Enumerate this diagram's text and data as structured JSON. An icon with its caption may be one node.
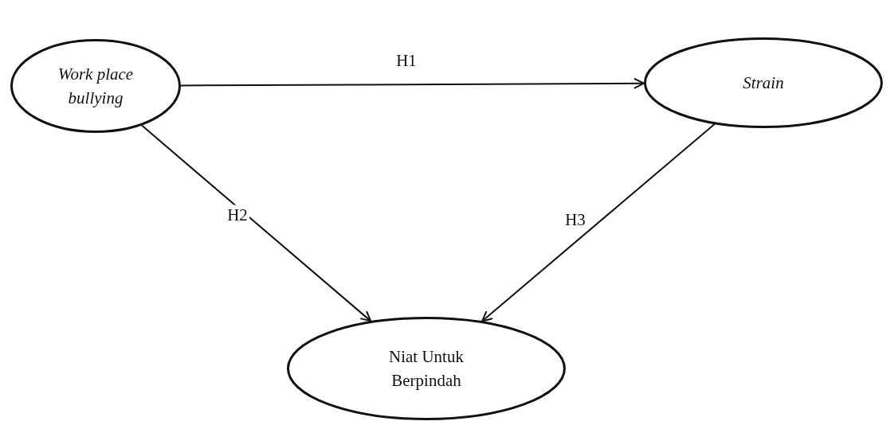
{
  "diagram": {
    "nodes": [
      {
        "text": [
          "Work place bullying"
        ]
      },
      {
        "text": [
          "Strain"
        ]
      },
      {
        "text": [
          "Niat Untuk Berpindah"
        ]
      }
    ],
    "edges": [
      {
        "from": 0,
        "to": 1,
        "arrow": "to",
        "label": "H1"
      },
      {
        "from": 0,
        "to": 2,
        "arrow": "to",
        "label": "H2"
      },
      {
        "from": 1,
        "to": 2,
        "arrow": "to",
        "label": "H3"
      }
    ]
  }
}
